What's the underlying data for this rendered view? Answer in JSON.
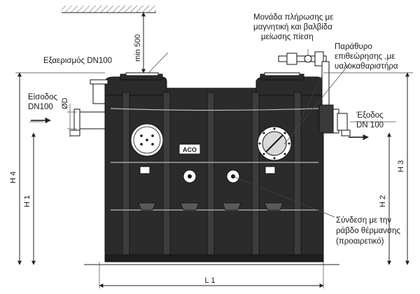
{
  "labels": {
    "filling_unit": [
      "Μονάδα πλήρωσης με",
      "μαγνητική και βαλβίδα",
      "μείωσης πίεση"
    ],
    "inspection_window": [
      "Παράθυρο",
      "επιθεώρησης ,με",
      "υαλοκαθαριστήρα"
    ],
    "vent": "Εξαερισμός DN100",
    "inlet": [
      "Είσοδος",
      "DN100"
    ],
    "outlet": [
      "Έξοδος",
      "DN 100"
    ],
    "heating_rod": [
      "Σύνδεση με την",
      "ράβδο θέρμανσης",
      "(προαιρετικό)"
    ],
    "brand": "ACO"
  },
  "dimensions": {
    "min_clearance": "min 500",
    "diameter": "ØD",
    "h1": "H 1",
    "h2": "H 2",
    "h3": "H 3",
    "h4": "H 4",
    "l1": "L 1"
  }
}
